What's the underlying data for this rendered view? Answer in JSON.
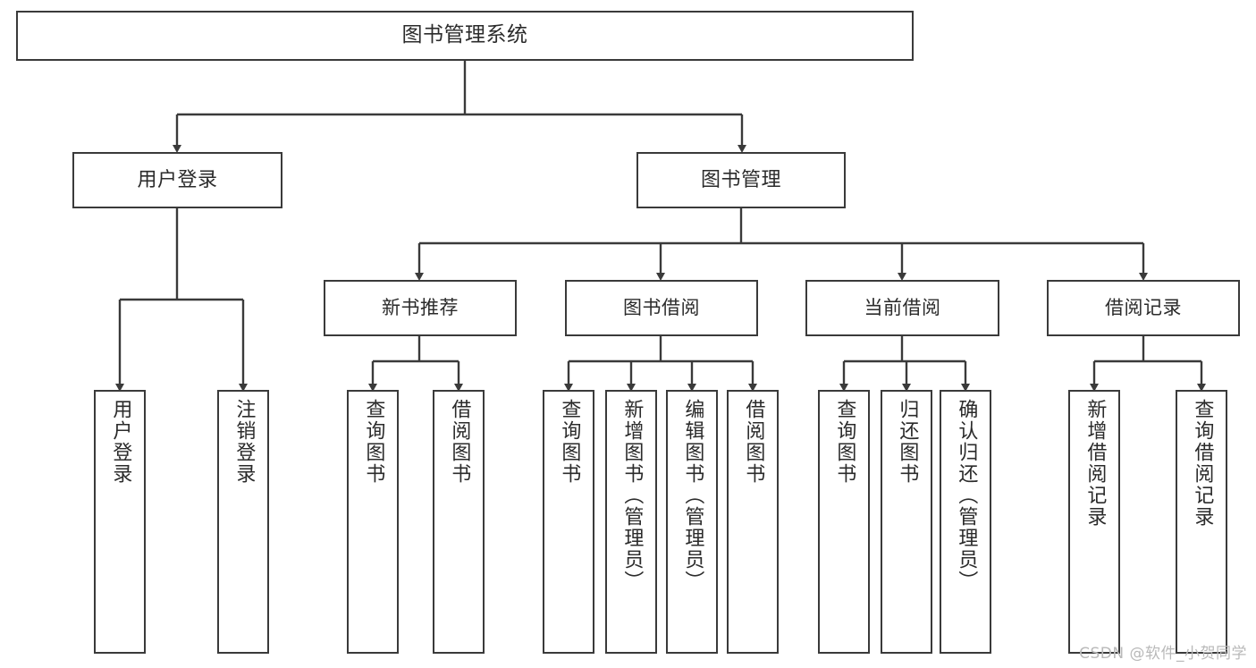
{
  "diagram": {
    "title": "图书管理系统",
    "type": "功能结构图",
    "watermark": "CSDN @软件_小贺同学",
    "colors": {
      "background": "#ffffff",
      "box_border": "#3a3a3a",
      "connector": "#3a3a3a",
      "text": "#2b2b2b",
      "watermark": "#b9b9b9"
    },
    "root": {
      "label": "图书管理系统"
    },
    "level2": [
      {
        "label": "用户登录"
      },
      {
        "label": "图书管理"
      }
    ],
    "level3": [
      {
        "label": "新书推荐"
      },
      {
        "label": "图书借阅"
      },
      {
        "label": "当前借阅"
      },
      {
        "label": "借阅记录"
      }
    ],
    "leaves": {
      "user_login": [
        {
          "label": "用户登录"
        },
        {
          "label": "注销登录"
        }
      ],
      "new_book": [
        {
          "label": "查询图书"
        },
        {
          "label": "借阅图书"
        }
      ],
      "book_borrow": [
        {
          "label": "查询图书"
        },
        {
          "label": "新增图书（管理员）"
        },
        {
          "label": "编辑图书（管理员）"
        },
        {
          "label": "借阅图书"
        }
      ],
      "current_borrow": [
        {
          "label": "查询图书"
        },
        {
          "label": "归还图书"
        },
        {
          "label": "确认归还（管理员）"
        }
      ],
      "borrow_record": [
        {
          "label": "新增借阅记录"
        },
        {
          "label": "查询借阅记录"
        }
      ]
    }
  }
}
